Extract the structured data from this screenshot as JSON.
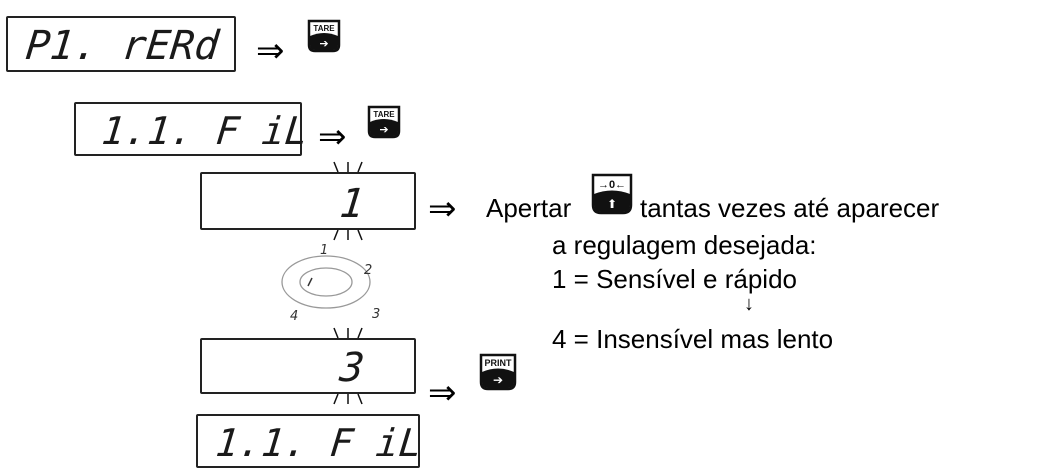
{
  "displays": {
    "d1": "P1. rERd",
    "d2": "1.1. F iL",
    "d3": "1",
    "d4": "3",
    "d5": "1.1. F iL"
  },
  "arrow": "⇒",
  "keys": {
    "tare": "TARE",
    "zero": "→0←",
    "print": "PRINT",
    "enter_glyph": "➔",
    "up_glyph": "⬆"
  },
  "instructions": {
    "apertar": "Apertar",
    "line1_rest": "tantas vezes até aparecer",
    "line2": "a regulagem desejada:",
    "line3": "1 = Sensível e rápido",
    "down_arrow": "↓",
    "line4": "4 = Insensível mas lento"
  },
  "cycle": {
    "n1": "1",
    "n2": "2",
    "n3": "3",
    "n4": "4"
  }
}
